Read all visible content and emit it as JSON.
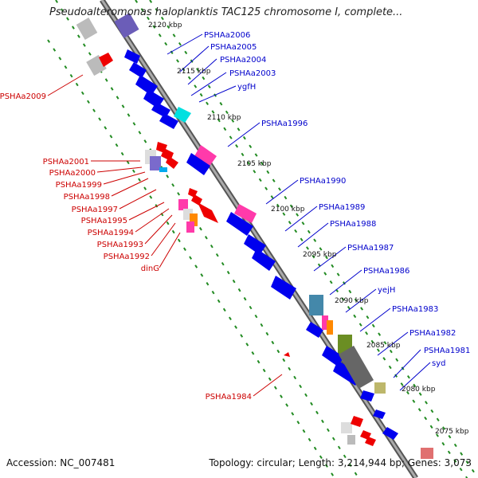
{
  "title": "Pseudoalteromonas haloplanktis TAC125 chromosome I, complete...",
  "footer": {
    "accession": "Accession: NC_007481",
    "topology": "Topology: circular; Length: 3,214,944 bp; Genes: 3,073"
  },
  "colors": {
    "forward": "#0000ee",
    "reverse": "#ee0000",
    "backbone": "#888888",
    "dots": "#228b22",
    "label_forward": "#0000cc",
    "label_reverse": "#cc0000"
  },
  "kbp_ticks": [
    "2120 kbp",
    "2115 kbp",
    "2110 kbp",
    "2105 kbp",
    "2100 kbp",
    "2095 kbp",
    "2090 kbp",
    "2085 kbp",
    "2080 kbp",
    "2075 kbp"
  ],
  "forward_labels": [
    "PSHAa2006",
    "PSHAa2005",
    "PSHAa2004",
    "PSHAa2003",
    "ygfH",
    "PSHAa1996",
    "PSHAa1990",
    "PSHAa1989",
    "PSHAa1988",
    "PSHAa1987",
    "PSHAa1986",
    "yejH",
    "PSHAa1983",
    "PSHAa1982",
    "PSHAa1981",
    "syd"
  ],
  "reverse_labels": [
    "PSHAa2009",
    "PSHAa2001",
    "PSHAa2000",
    "PSHAa1999",
    "PSHAa1998",
    "PSHAa1997",
    "PSHAa1995",
    "PSHAa1994",
    "PSHAa1993",
    "PSHAa1992",
    "dinG",
    "PSHAa1984"
  ]
}
